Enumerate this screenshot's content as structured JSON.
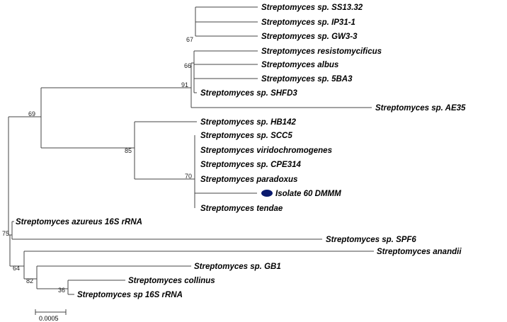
{
  "taxa": [
    {
      "id": "ss1332",
      "label": "Streptomyces sp. SS13.32"
    },
    {
      "id": "ip311",
      "label": "Streptomyces sp. IP31-1"
    },
    {
      "id": "gw33",
      "label": "Streptomyces sp. GW3-3"
    },
    {
      "id": "resisto",
      "label": "Streptomyces resistomycificus"
    },
    {
      "id": "albus",
      "label": "Streptomyces albus"
    },
    {
      "id": "5ba3",
      "label": "Streptomyces sp. 5BA3"
    },
    {
      "id": "shfd3",
      "label": "Streptomyces sp. SHFD3"
    },
    {
      "id": "ae35",
      "label": "Streptomyces sp. AE35"
    },
    {
      "id": "hb142",
      "label": "Streptomyces sp. HB142"
    },
    {
      "id": "scc5",
      "label": "Streptomyces sp. SCC5"
    },
    {
      "id": "viridochromogenes",
      "label": "Streptomyces viridochromogenes"
    },
    {
      "id": "cpe314",
      "label": "Streptomyces sp. CPE314"
    },
    {
      "id": "paradoxus",
      "label": "Streptomyces paradoxus"
    },
    {
      "id": "isolate60",
      "label": "Isolate 60 DMMM"
    },
    {
      "id": "tendae",
      "label": "Streptomyces tendae"
    },
    {
      "id": "azureus",
      "label": "Streptomyces azureus 16S rRNA"
    },
    {
      "id": "spf6",
      "label": "Streptomyces sp. SPF6"
    },
    {
      "id": "anandii",
      "label": "Streptomyces anandii"
    },
    {
      "id": "gb1",
      "label": "Streptomyces sp. GB1"
    },
    {
      "id": "collinus",
      "label": "Streptomyces collinus"
    },
    {
      "id": "sp16s",
      "label": "Streptomyces sp 16S rRNA"
    }
  ],
  "bootstrap": {
    "n67": "67",
    "n66": "66",
    "n91": "91",
    "n69": "69",
    "n85": "85",
    "n70": "70",
    "n75": "75",
    "n64": "64",
    "n82": "82",
    "n36": "36"
  },
  "scale": {
    "label": "0.0005"
  },
  "colors": {
    "branch": "#444444",
    "marker": "#0a1a6e"
  },
  "marker": {
    "taxon": "isolate60",
    "shape": "filled-circle"
  }
}
